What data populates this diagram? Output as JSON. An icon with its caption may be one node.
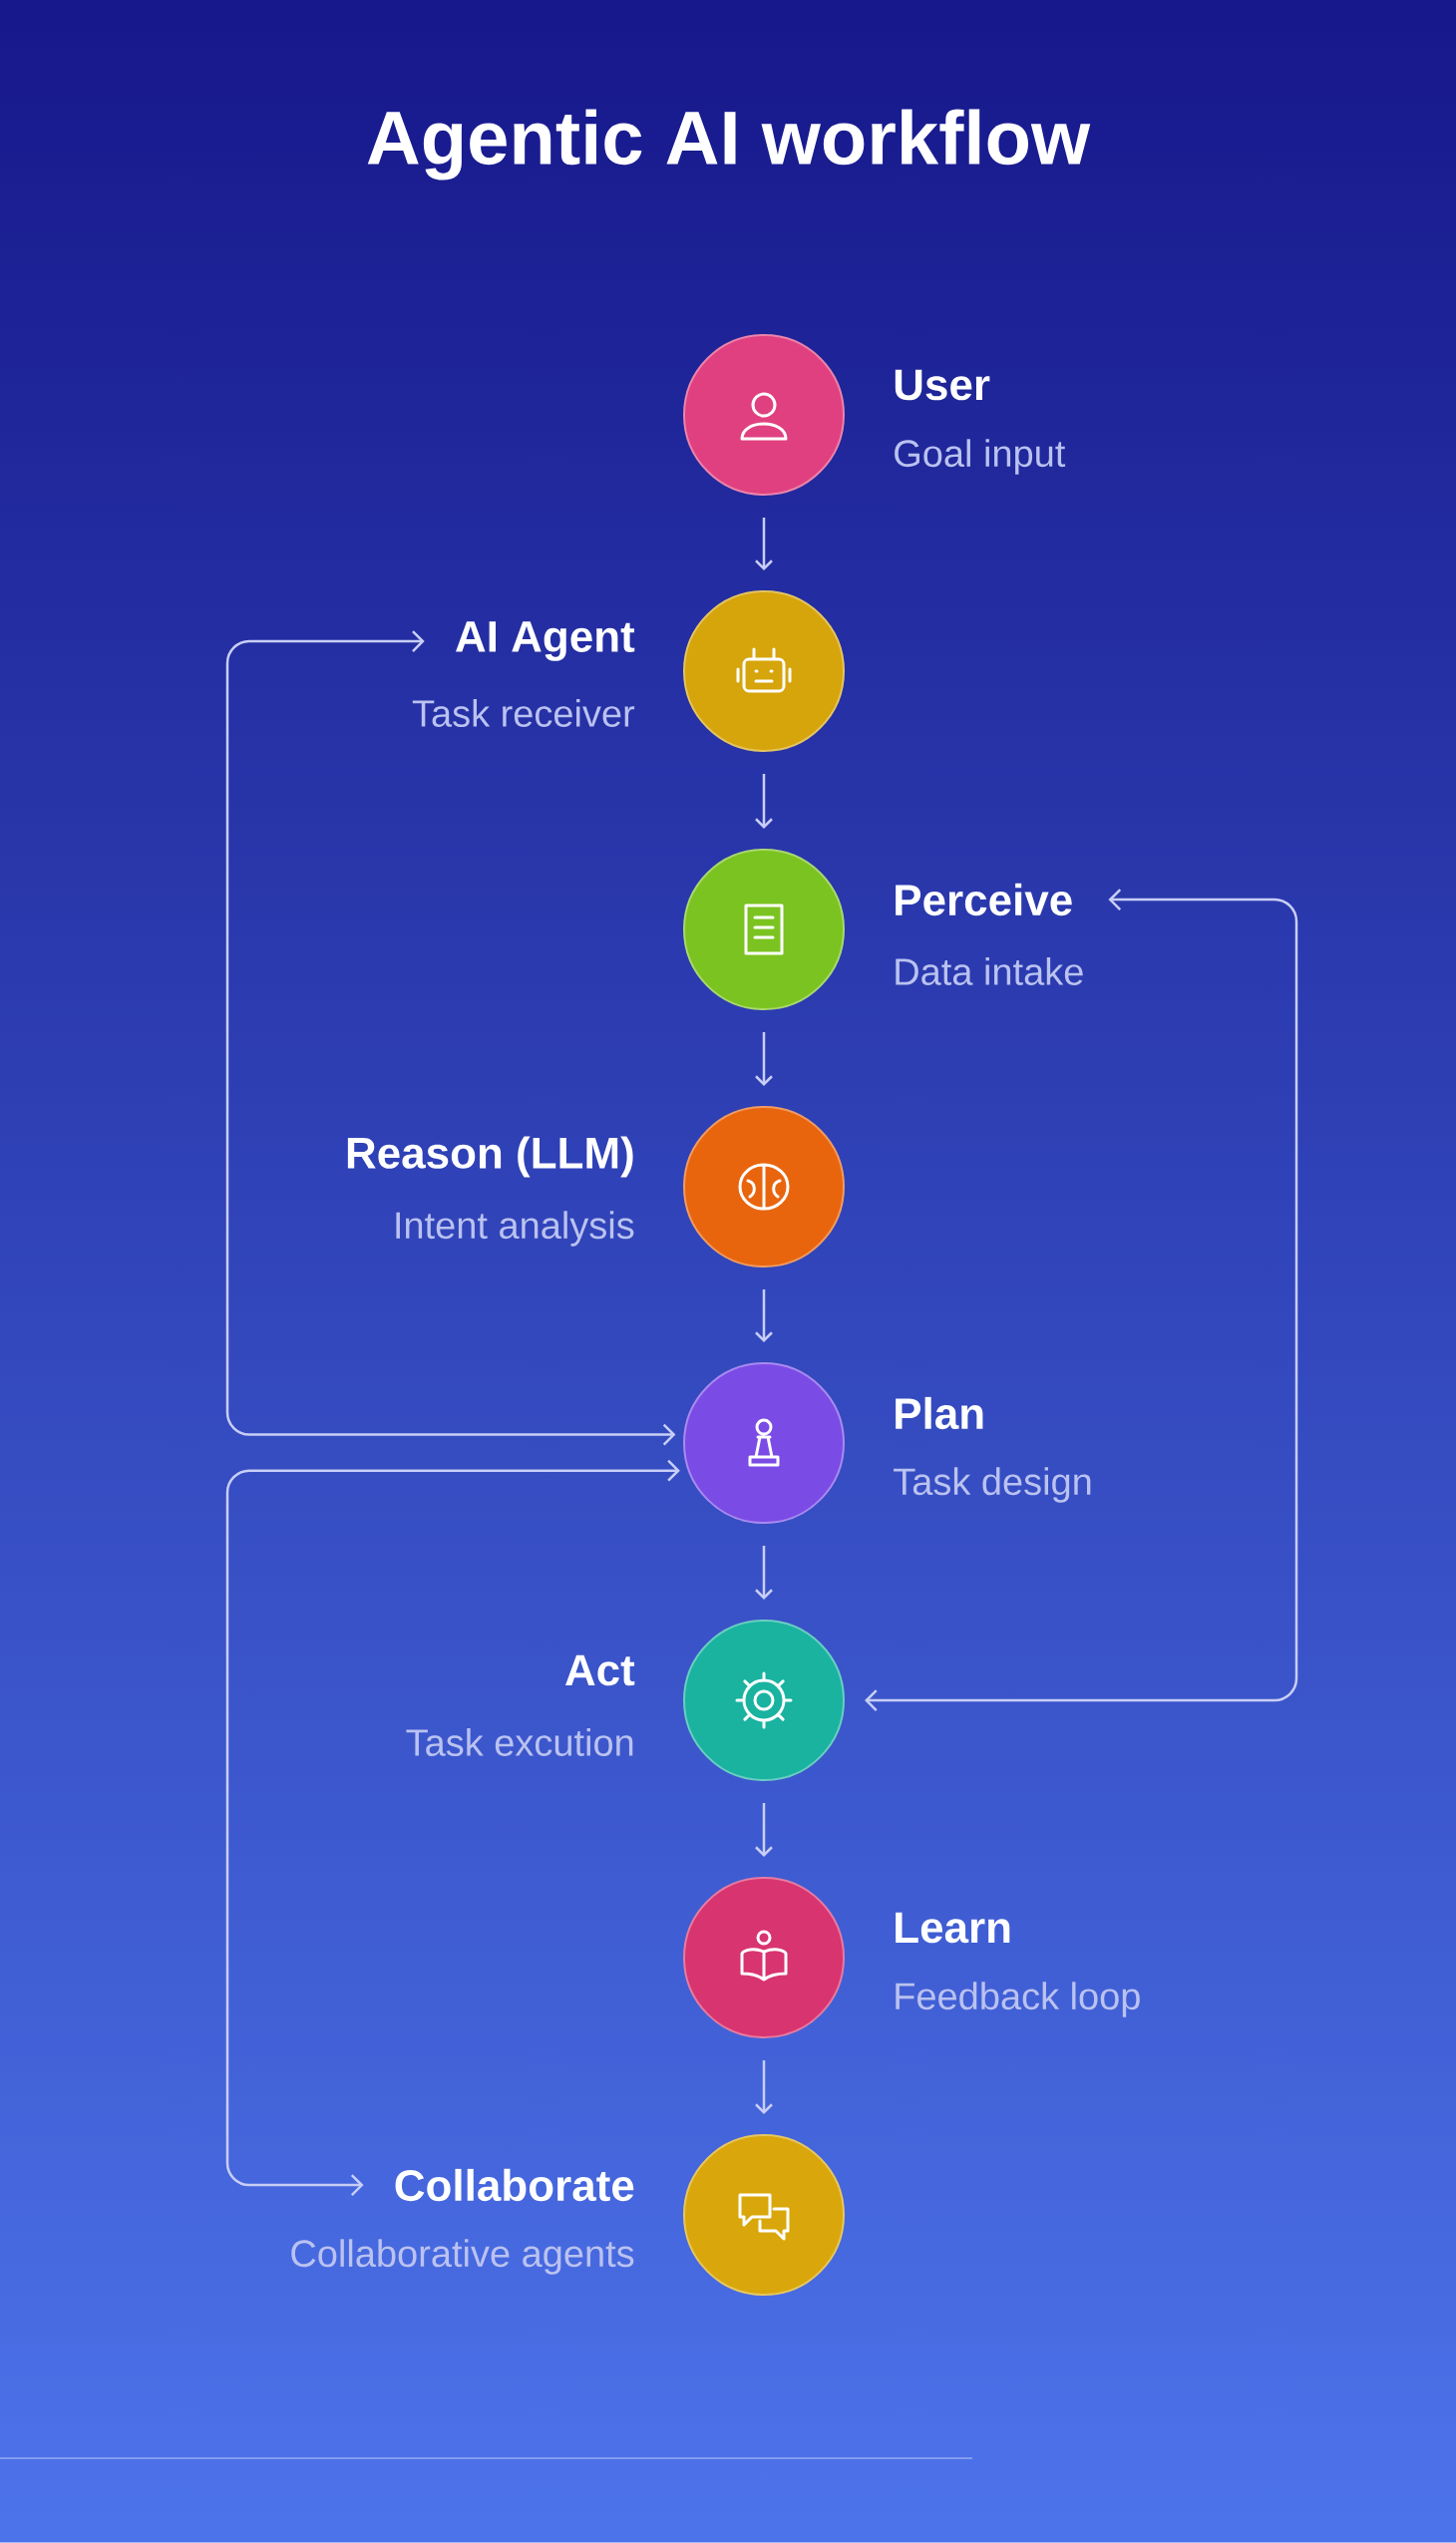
{
  "diagram": {
    "title": "Agentic AI workflow",
    "nodes": [
      {
        "text": [
          "User",
          "Goal input"
        ]
      },
      {
        "text": [
          "AI Agent",
          "Task receiver"
        ]
      },
      {
        "text": [
          "Perceive",
          "Data intake"
        ]
      },
      {
        "text": [
          "Reason (LLM)",
          "Intent analysis"
        ]
      },
      {
        "text": [
          "Plan",
          "Task design"
        ]
      },
      {
        "text": [
          "Act",
          "Task excution"
        ]
      },
      {
        "text": [
          "Learn",
          "Feedback loop"
        ]
      },
      {
        "text": [
          "Collaborate",
          "Collaborative agents"
        ]
      }
    ],
    "edges": [
      {
        "from": 0,
        "to": 1,
        "arrow": "to"
      },
      {
        "from": 1,
        "to": 2,
        "arrow": "to"
      },
      {
        "from": 2,
        "to": 3,
        "arrow": "to"
      },
      {
        "from": 3,
        "to": 4,
        "arrow": "to"
      },
      {
        "from": 4,
        "to": 5,
        "arrow": "to"
      },
      {
        "from": 5,
        "to": 6,
        "arrow": "to"
      },
      {
        "from": 6,
        "to": 7,
        "arrow": "to"
      },
      {
        "from": 1,
        "to": 4,
        "arrow": "both"
      },
      {
        "from": 4,
        "to": 7,
        "arrow": "both"
      },
      {
        "from": 2,
        "to": 5,
        "arrow": "both"
      }
    ]
  }
}
